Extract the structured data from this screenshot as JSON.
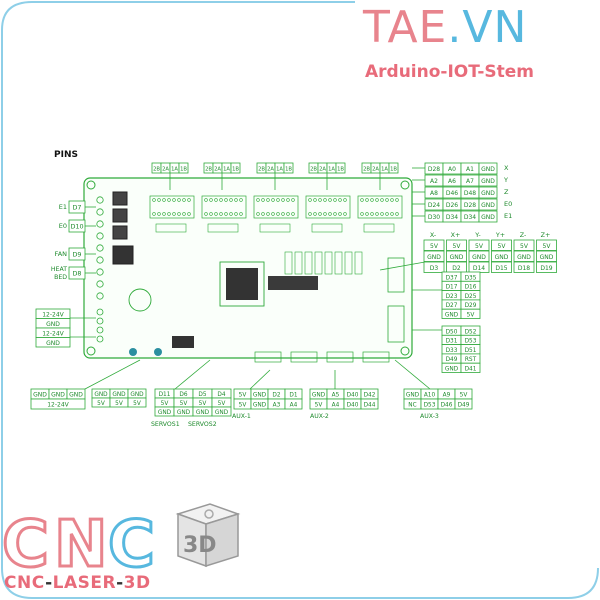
{
  "brand": {
    "name_part1": "TAE",
    "name_part2": ".VN",
    "tagline": "Arduino-IOT-Stem",
    "logo_caption_1": "CNC",
    "logo_caption_2": "LASER",
    "logo_caption_3": "3D",
    "logo_letters": "CNC",
    "logo_cube_text": "3D"
  },
  "diagram": {
    "title": "PINS",
    "jumper_headers": [
      {
        "label": "2B 2A 1A 1B"
      },
      {
        "label": "2B 2A 1A 1B"
      },
      {
        "label": "2B 2A 1A 1B"
      },
      {
        "label": "2B 2A 1A 1B"
      },
      {
        "label": "2B 2A 1A 1B"
      }
    ],
    "stepper_pins": [
      {
        "cells": [
          "D28",
          "A0",
          "A1",
          "GND"
        ],
        "axis": "X"
      },
      {
        "cells": [
          "A2",
          "A6",
          "A7",
          "GND"
        ],
        "axis": "Y"
      },
      {
        "cells": [
          "A8",
          "D46",
          "D48",
          "GND"
        ],
        "axis": "Z"
      },
      {
        "cells": [
          "D24",
          "D26",
          "D28",
          "GND"
        ],
        "axis": "E0"
      },
      {
        "cells": [
          "D30",
          "D34",
          "D34",
          "GND"
        ],
        "axis": "E1"
      }
    ],
    "left_outputs": [
      {
        "label": "E1",
        "pin": "D7"
      },
      {
        "label": "E0",
        "pin": "D10"
      },
      {
        "label": "FAN",
        "pin": "D9"
      },
      {
        "label": "HEAT BED",
        "pin": "D8"
      }
    ],
    "power_input": [
      "12-24V",
      "GND",
      "12-24V",
      "GND"
    ],
    "endstops": {
      "axes": [
        "X-",
        "X+",
        "Y-",
        "Y+",
        "Z-",
        "Z+"
      ],
      "rows": [
        [
          "5V",
          "5V",
          "5V",
          "5V",
          "5V",
          "5V"
        ],
        [
          "GND",
          "GND",
          "GND",
          "GND",
          "GND",
          "GND"
        ],
        [
          "D3",
          "D2",
          "D14",
          "D15",
          "D18",
          "D19"
        ]
      ]
    },
    "aux4": [
      [
        "D37",
        "D35"
      ],
      [
        "D17",
        "D16"
      ],
      [
        "D23",
        "D25"
      ],
      [
        "D27",
        "D29"
      ],
      [
        "GND",
        "5V"
      ]
    ],
    "aux3": [
      [
        "D50",
        "D52"
      ],
      [
        "D31",
        "D53"
      ],
      [
        "D33",
        "D51"
      ],
      [
        "D49",
        "RST"
      ],
      [
        "GND",
        "D41"
      ]
    ],
    "bottom_power": {
      "cells": [
        "GND",
        "GND",
        "GND"
      ],
      "label": "12-24V"
    },
    "servos": {
      "rows": [
        [
          "GND",
          "GND",
          "GND"
        ],
        [
          "5V",
          "5V",
          "5V"
        ],
        [
          "D11",
          "D6",
          "D5",
          "D4"
        ],
        [
          "5V",
          "5V",
          "5V",
          "5V"
        ],
        [
          "GND",
          "GND",
          "GND",
          "GND"
        ]
      ],
      "label1": "SERVOS1",
      "label2": "SERVOS2"
    },
    "aux1": {
      "cells": [
        [
          "5V",
          "GND",
          "D2",
          "D1"
        ],
        [
          "5V",
          "GND",
          "A3",
          "A4"
        ]
      ],
      "label": "AUX-1"
    },
    "aux2": {
      "cells": [
        [
          "GND",
          "A5",
          "D40",
          "D42"
        ],
        [
          "5V",
          "A4",
          "D40",
          "D44"
        ]
      ],
      "label": "AUX-2"
    },
    "aux3_bottom": {
      "cells": [
        [
          "GND",
          "A10",
          "A9",
          "5V"
        ],
        [
          "NC",
          "D53",
          "D46",
          "D49"
        ]
      ],
      "label": "AUX-3"
    }
  },
  "colors": {
    "line": "#2faa3a",
    "text": "#1e8a2c",
    "frame": "#8ecfe8",
    "brand_pink": "#e8848d",
    "brand_blue": "#57b8df"
  }
}
